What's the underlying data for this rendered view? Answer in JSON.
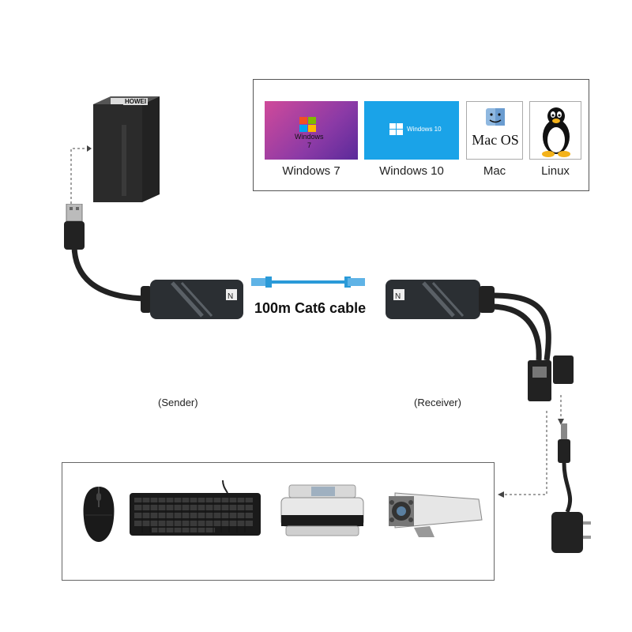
{
  "computer": {
    "brand_text": "HOWEI"
  },
  "os_support": {
    "tiles": [
      {
        "label": "Windows 7",
        "tile_text": "Windows",
        "tile_sub": "7"
      },
      {
        "label": "Windows 10",
        "tile_text": "Windows 10"
      },
      {
        "label": "Mac",
        "tile_text": "Mac OS"
      },
      {
        "label": "Linux"
      }
    ]
  },
  "cable": {
    "label": "100m Cat6 cable"
  },
  "sender": {
    "label": "(Sender)"
  },
  "receiver": {
    "label": "(Receiver)"
  },
  "devices": [
    "mouse",
    "keyboard",
    "printer",
    "camera"
  ],
  "colors": {
    "win7_bg": "#b03a8a",
    "win10_bg": "#1aa3e8",
    "mac_text": "#111111",
    "cable_blue": "#2a9ad8",
    "dongle": "#2b2f33"
  }
}
